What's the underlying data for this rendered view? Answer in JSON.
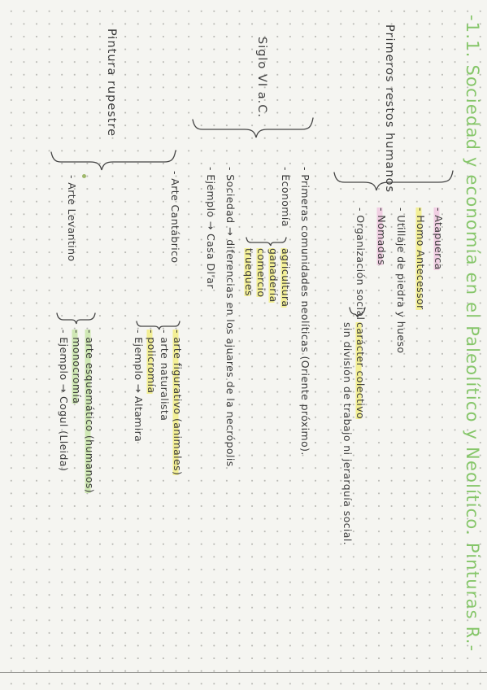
{
  "title": "-1.1. Sociedad y economía en el Paleolítico y Neolítico. Pinturas R.-",
  "columns": {
    "primeros": {
      "header": "Primeros restos humanos",
      "items": [
        "- Atapuerca",
        "- Homo Antecessor",
        "- Utillaje de piedra y hueso",
        "- Nómadas",
        "- Organización social",
        "carácter colectivo",
        "sin división de trabajo ni jerarquía social."
      ]
    },
    "siglo": {
      "header": "Siglo VI a.C.",
      "items": [
        "- Primeras comunidades neolíticas (Oriente próximo).",
        "- Economía",
        "agricultura",
        "ganadería",
        "comercio",
        "trueques",
        "- Sociedad → diferencias en los ajuares de la necrópolis",
        "- Ejemplo → Casa Dl'ar"
      ]
    },
    "pintura": {
      "header": "Pintura rupestre",
      "items": [
        "- Arte Cantábrico",
        "- arte figurativo (animales)",
        "- arte naturalista",
        "- policromía",
        "- Ejemplo → Altamira",
        "- Arte Levantino",
        "- arte esquemático (humanos)",
        "- monocromía",
        "- Ejemplo → Cogul (Lleida)"
      ]
    }
  }
}
